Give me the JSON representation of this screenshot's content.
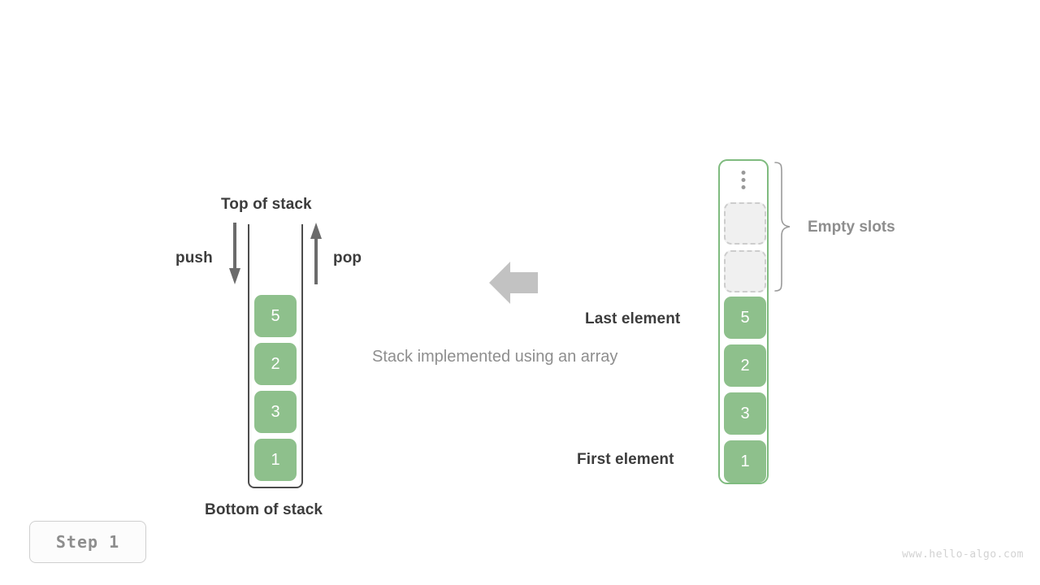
{
  "diagram": {
    "caption": "Stack implemented using an array",
    "step_badge": "Step 1",
    "watermark": "www.hello-algo.com",
    "accent_green": "#8ec08c",
    "border_green": "#7fbb7f",
    "label_dark": "#3c3c3c",
    "label_gray": "#8e8e8e"
  },
  "left_stack": {
    "top_label": "Top of stack",
    "bottom_label": "Bottom of stack",
    "push_label": "push",
    "pop_label": "pop",
    "values": [
      "5",
      "2",
      "3",
      "1"
    ]
  },
  "right_array": {
    "empty_slots_label": "Empty slots",
    "last_element_label": "Last element",
    "first_element_label": "First element",
    "ellipsis_icon": "vertical-ellipsis-icon",
    "empty_slot_count": 2,
    "values": [
      "5",
      "2",
      "3",
      "1"
    ]
  },
  "center": {
    "arrow_direction": "left",
    "arrow_icon": "arrow-left-icon"
  }
}
